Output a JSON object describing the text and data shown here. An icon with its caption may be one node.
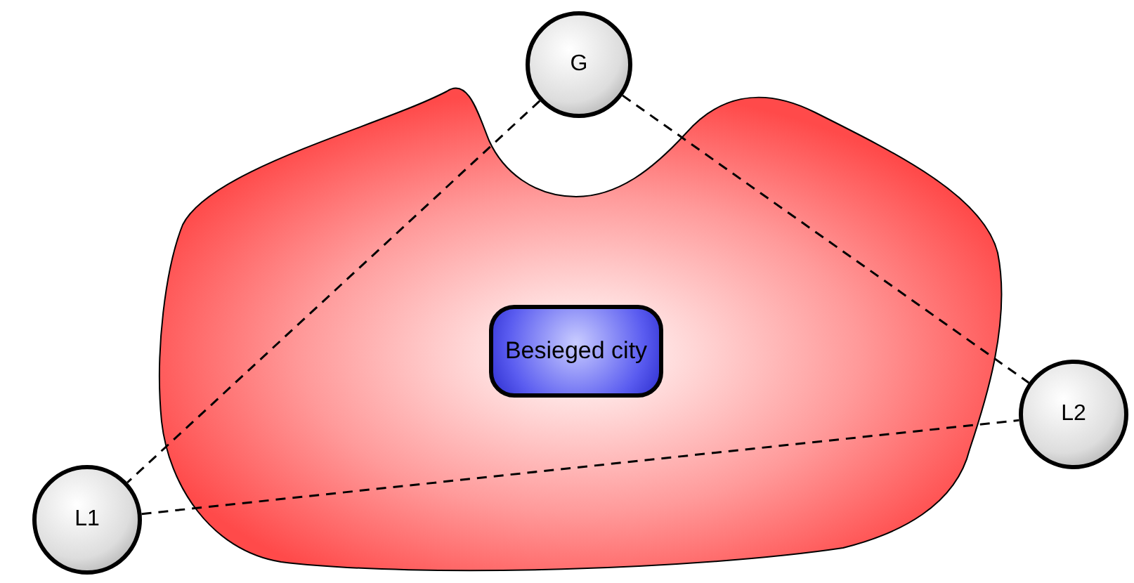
{
  "diagram": {
    "nodes": [
      {
        "text": [
          "G"
        ]
      },
      {
        "text": [
          "L1"
        ]
      },
      {
        "text": [
          "L2"
        ]
      },
      {
        "text": [
          "Besieged city"
        ]
      }
    ],
    "edges": [
      {
        "from": 0,
        "to": 1,
        "arrow": "none",
        "style": "dashed"
      },
      {
        "from": 0,
        "to": 2,
        "arrow": "none",
        "style": "dashed"
      },
      {
        "from": 1,
        "to": 2,
        "arrow": "none",
        "style": "dashed"
      }
    ]
  }
}
